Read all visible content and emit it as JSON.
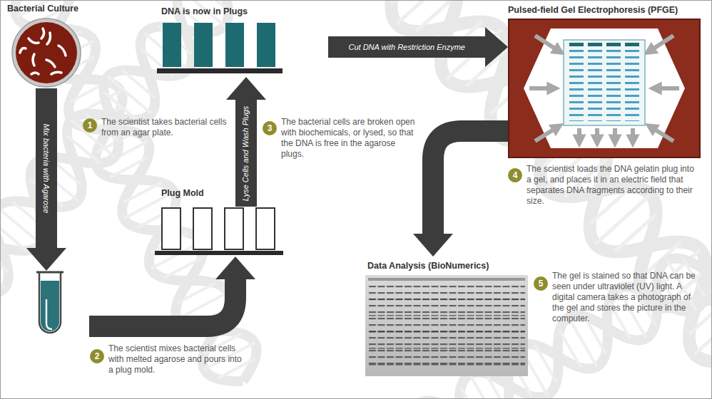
{
  "diagram": {
    "nodes": [
      {
        "text": [
          "Bacterial Culture",
          "1",
          "The scientist takes bacterial cells from an agar plate."
        ]
      },
      {
        "text": [
          "DNA is now in Plugs",
          "3",
          "The bacterial cells are broken open with biochemicals, or lysed, so that the DNA is free in the agarose plugs."
        ]
      },
      {
        "text": [
          "Pulsed-field Gel Electrophoresis (PFGE)",
          "4",
          "The scientist loads the DNA gelatin plug into a gel, and places it in an electric field that separates DNA fragments according to their size."
        ]
      },
      {
        "text": [
          "Plug Mold"
        ]
      },
      {
        "text": [
          "Data Analysis (BioNumerics)",
          "5",
          "The gel is stained so that DNA can be seen under ultraviolet (UV) light. A digital camera takes a photograph of the gel and stores the picture in the computer."
        ]
      },
      {
        "text": [
          "2",
          "The scientist mixes bacterial cells with melted agarose and pours into a plug mold."
        ]
      }
    ],
    "edges": [
      {
        "from": 0,
        "to": 5,
        "arrow": "to",
        "label": "Mix bacteria with Agarose"
      },
      {
        "from": 5,
        "to": 3,
        "arrow": "to"
      },
      {
        "from": 3,
        "to": 1,
        "arrow": "to",
        "label": "Lyse Cells and Wash Plugs"
      },
      {
        "from": 1,
        "to": 2,
        "arrow": "to",
        "label": "Cut DNA with Restriction Enzyme"
      },
      {
        "from": 2,
        "to": 4,
        "arrow": "to"
      }
    ]
  }
}
